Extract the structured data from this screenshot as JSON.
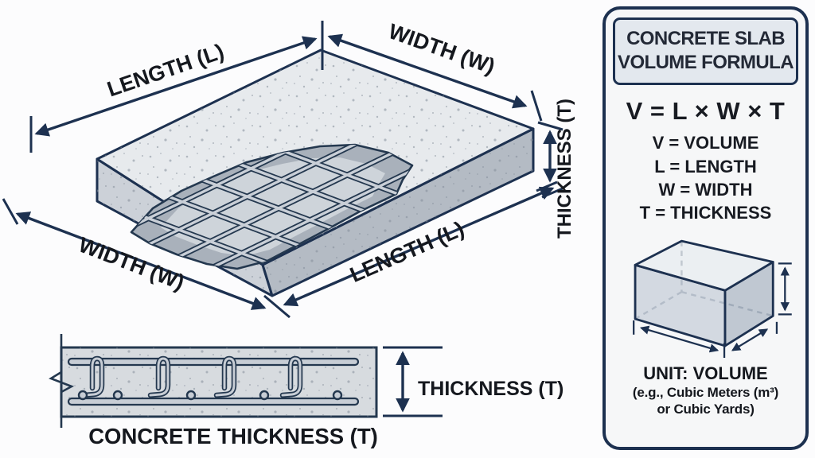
{
  "colors": {
    "accent_navy": "#1d3150",
    "concrete_top": "#e7eaed",
    "concrete_side_left": "#ccd1d8",
    "concrete_side_right": "#b4bbc4",
    "cutout_wall": "#a9b1bb",
    "rebar_steel": "#c9cfd7",
    "panel_header_bg": "#e3e8ee"
  },
  "main_diagram": {
    "labels": {
      "length_top": "LENGTH (L)",
      "width_top": "WIDTH (W)",
      "thickness_right": "THICKNESS (T)",
      "length_bottom": "LENGTH (L)",
      "width_bottom": "WIDTH (W)"
    }
  },
  "cross_section": {
    "thickness_label": "THICKNESS (T)",
    "caption": "CONCRETE THICKNESS (T)"
  },
  "panel": {
    "title_line1": "CONCRETE SLAB",
    "title_line2": "VOLUME FORMULA",
    "formula": "V = L × W × T",
    "definitions": [
      "V = VOLUME",
      "L = LENGTH",
      "W = WIDTH",
      "T = THICKNESS"
    ],
    "unit_title": "UNIT: VOLUME",
    "unit_line1": "(e.g., Cubic Meters (m³)",
    "unit_line2": "or Cubic Yards)"
  }
}
